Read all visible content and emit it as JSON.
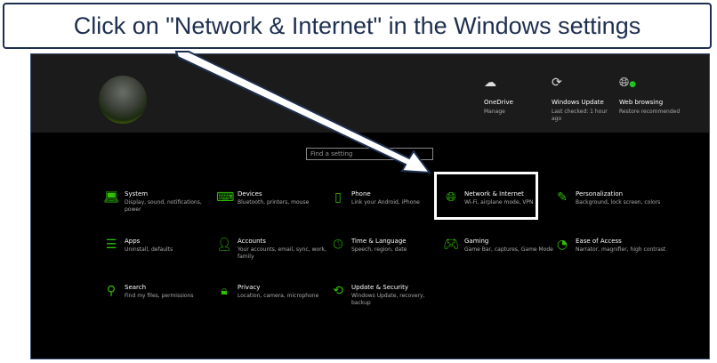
{
  "banner": {
    "text": "Click on \"Network & Internet\" in the Windows settings"
  },
  "quick": [
    {
      "icon": "cloud-icon",
      "title": "OneDrive",
      "sub": "Manage"
    },
    {
      "icon": "update-icon",
      "title": "Windows Update",
      "sub": "Last checked: 1 hour ago"
    },
    {
      "icon": "globe-icon",
      "title": "Web browsing",
      "sub": "Restore recommended"
    }
  ],
  "search": {
    "placeholder": "Find a setting"
  },
  "items": [
    {
      "icon": "laptop-icon",
      "title": "System",
      "sub": "Display, sound, notifications, power"
    },
    {
      "icon": "keyboard-icon",
      "title": "Devices",
      "sub": "Bluetooth, printers, mouse"
    },
    {
      "icon": "phone-icon",
      "title": "Phone",
      "sub": "Link your Android, iPhone"
    },
    {
      "icon": "globe-icon",
      "title": "Network & Internet",
      "sub": "Wi-Fi, airplane mode, VPN"
    },
    {
      "icon": "paint-icon",
      "title": "Personalization",
      "sub": "Background, lock screen, colors"
    },
    {
      "icon": "apps-icon",
      "title": "Apps",
      "sub": "Uninstall, defaults"
    },
    {
      "icon": "person-icon",
      "title": "Accounts",
      "sub": "Your accounts, email, sync, work, family"
    },
    {
      "icon": "time-language-icon",
      "title": "Time & Language",
      "sub": "Speech, region, date"
    },
    {
      "icon": "gamepad-icon",
      "title": "Gaming",
      "sub": "Game Bar, captures, Game Mode"
    },
    {
      "icon": "ease-of-access-icon",
      "title": "Ease of Access",
      "sub": "Narrator, magnifier, high contrast"
    },
    {
      "icon": "search-icon",
      "title": "Search",
      "sub": "Find my files, permissions"
    },
    {
      "icon": "lock-icon",
      "title": "Privacy",
      "sub": "Location, camera, microphone"
    },
    {
      "icon": "sync-icon",
      "title": "Update & Security",
      "sub": "Windows Update, recovery, backup"
    }
  ]
}
